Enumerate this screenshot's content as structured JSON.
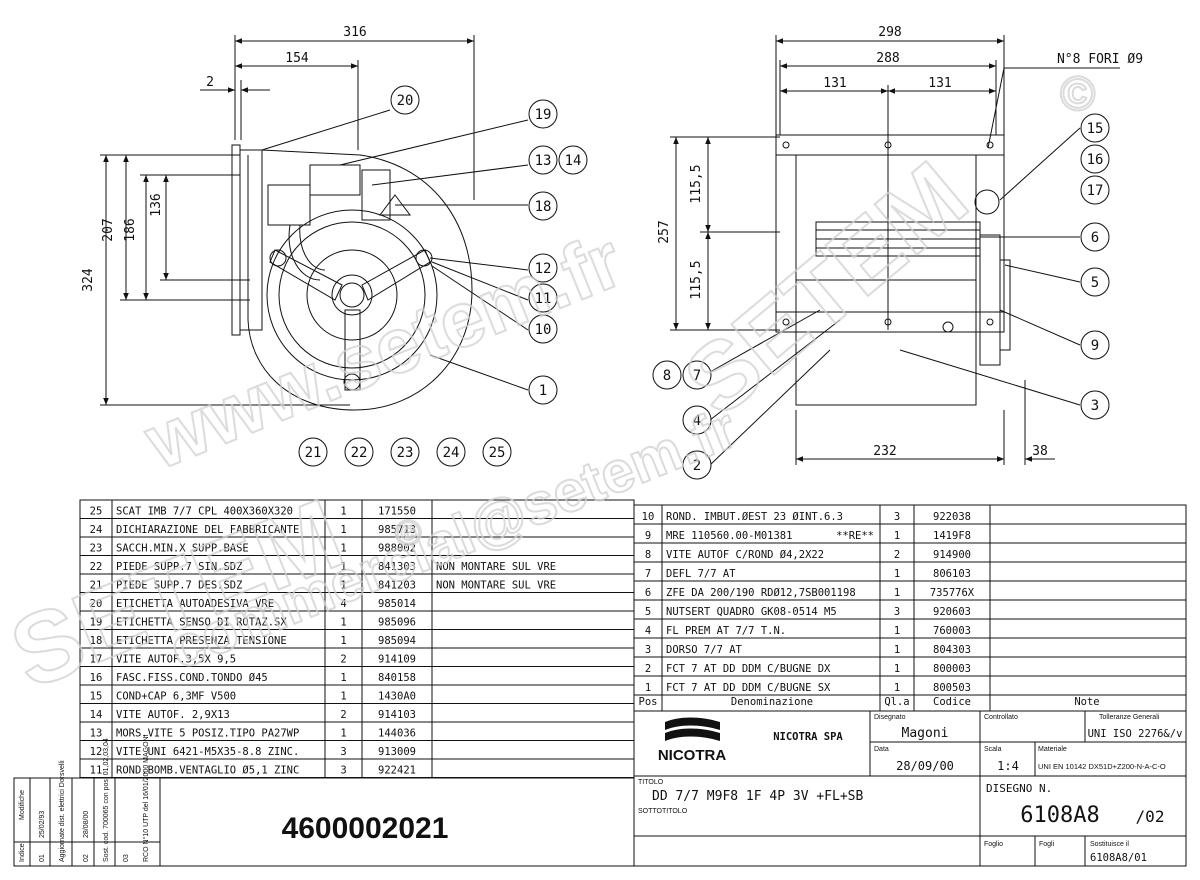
{
  "front_view": {
    "dims": [
      "316",
      "154",
      "2",
      "324",
      "207",
      "186",
      "136"
    ],
    "balloons": [
      "20",
      "19",
      "13",
      "14",
      "18",
      "12",
      "11",
      "10",
      "1"
    ],
    "accessory_balloons": [
      "21",
      "22",
      "23",
      "24",
      "25"
    ]
  },
  "side_view": {
    "dims": [
      "298",
      "288",
      "131",
      "131",
      "115,5",
      "115,5",
      "257",
      "232",
      "38"
    ],
    "holes_note": "N°8 FORI Ø9",
    "balloons": [
      "15",
      "16",
      "17",
      "6",
      "5",
      "9",
      "3",
      "8",
      "7",
      "4",
      "2"
    ]
  },
  "bom_left": [
    {
      "pos": "25",
      "desc": "SCAT IMB 7/7 CPL 400X360X320",
      "qty": "1",
      "code": "171550",
      "note": ""
    },
    {
      "pos": "24",
      "desc": "DICHIARAZIONE DEL FABBRICANTE",
      "qty": "1",
      "code": "985713",
      "note": ""
    },
    {
      "pos": "23",
      "desc": "SACCH.MIN.X SUPP.BASE",
      "qty": "1",
      "code": "988002",
      "note": ""
    },
    {
      "pos": "22",
      "desc": "PIEDE SUPP.7 SIN.SDZ",
      "qty": "1",
      "code": "841303",
      "note": "NON MONTARE SUL VRE"
    },
    {
      "pos": "21",
      "desc": "PIEDE SUPP.7 DES.SDZ",
      "qty": "1",
      "code": "841203",
      "note": "NON MONTARE SUL VRE"
    },
    {
      "pos": "20",
      "desc": "ETICHETTA AUTOADESIVA VRE",
      "qty": "4",
      "code": "985014",
      "note": ""
    },
    {
      "pos": "19",
      "desc": "ETICHETTA SENSO DI ROTAZ.SX",
      "qty": "1",
      "code": "985096",
      "note": ""
    },
    {
      "pos": "18",
      "desc": "ETICHETTA PRESENZA TENSIONE",
      "qty": "1",
      "code": "985094",
      "note": ""
    },
    {
      "pos": "17",
      "desc": "VITE AUTOF.3,5X 9,5",
      "qty": "2",
      "code": "914109",
      "note": ""
    },
    {
      "pos": "16",
      "desc": "FASC.FISS.COND.TONDO Ø45",
      "qty": "1",
      "code": "840158",
      "note": ""
    },
    {
      "pos": "15",
      "desc": "COND+CAP 6,3MF V500",
      "qty": "1",
      "code": "1430A0",
      "note": ""
    },
    {
      "pos": "14",
      "desc": "VITE AUTOF. 2,9X13",
      "qty": "2",
      "code": "914103",
      "note": ""
    },
    {
      "pos": "13",
      "desc": "MORS.VITE 5 POSIZ.TIPO PA27WP",
      "qty": "1",
      "code": "144036",
      "note": ""
    },
    {
      "pos": "12",
      "desc": "VITE UNI 6421-M5X35-8.8 ZINC.",
      "qty": "3",
      "code": "913009",
      "note": ""
    },
    {
      "pos": "11",
      "desc": "ROND.BOMB.VENTAGLIO Ø5,1 ZINC",
      "qty": "3",
      "code": "922421",
      "note": ""
    }
  ],
  "bom_right": [
    {
      "pos": "10",
      "desc": "ROND. IMBUT.ØEST 23 ØINT.6.3",
      "qty": "3",
      "code": "922038",
      "note": ""
    },
    {
      "pos": "9",
      "desc": "MRE 110560.00-M01381",
      "extra": "**RE**",
      "qty": "1",
      "code": "1419F8",
      "note": ""
    },
    {
      "pos": "8",
      "desc": "VITE AUTOF C/ROND Ø4,2X22",
      "qty": "2",
      "code": "914900",
      "note": ""
    },
    {
      "pos": "7",
      "desc": "DEFL 7/7 AT",
      "qty": "1",
      "code": "806103",
      "note": ""
    },
    {
      "pos": "6",
      "desc": "ZFE DA 200/190 RDØ12,7SB001198",
      "qty": "1",
      "code": "735776X",
      "note": ""
    },
    {
      "pos": "5",
      "desc": "NUTSERT QUADRO GK08-0514 M5",
      "qty": "3",
      "code": "920603",
      "note": ""
    },
    {
      "pos": "4",
      "desc": "FL PREM AT 7/7 T.N.",
      "qty": "1",
      "code": "760003",
      "note": ""
    },
    {
      "pos": "3",
      "desc": "DORSO 7/7 AT",
      "qty": "1",
      "code": "804303",
      "note": ""
    },
    {
      "pos": "2",
      "desc": "FCT 7 AT DD DDM C/BUGNE DX",
      "qty": "1",
      "code": "800003",
      "note": ""
    },
    {
      "pos": "1",
      "desc": "FCT 7 AT DD DDM C/BUGNE SX",
      "qty": "1",
      "code": "800503",
      "note": ""
    }
  ],
  "bom_header": {
    "pos": "Pos",
    "desc": "Denominazione",
    "qty": "Ql.a",
    "code": "Codice",
    "note": "Note"
  },
  "title_block": {
    "logo_text": "NICOTRA",
    "company": "NICOTRA SPA",
    "disegnato_label": "Disegnato",
    "disegnato": "Magoni",
    "controllato_label": "Controllato",
    "tolleranze_label": "Tolleranze Generali",
    "tolleranze": "UNI ISO 2276&/v",
    "data_label": "Data",
    "data": "28/09/00",
    "scala_label": "Scala",
    "scala": "1:4",
    "materiale_label": "Materiale",
    "materiale": "UNI EN 10142 DX51D+Z200-N-A-C-O",
    "titolo_label": "TITOLO",
    "titolo": "DD 7/7 M9F8 1F 4P 3V +FL+SB",
    "sottotitolo_label": "SOTTOTITOLO",
    "disegno_label": "DISEGNO N.",
    "disegno": "6108A8",
    "revision": "/02",
    "foglio_label": "Foglio",
    "fogli_label": "Fogli",
    "sostituisce_label": "Sostituisce il",
    "sostituisce": "6108A8/01"
  },
  "part_number": "4600002021",
  "revisions": {
    "indice_label": "Indice",
    "modifiche_label": "Modifiche",
    "rows": [
      {
        "idx": "01",
        "date": "25/02/93",
        "text": "Aggiornate dist. elettrici Dorsvelli"
      },
      {
        "idx": "02",
        "date": "28/08/00",
        "text": "Sost. cod. 700065 con pos. 01,02,03,04"
      },
      {
        "idx": "03",
        "date": "",
        "text": "RCO N°10 UTP del 16/01/2000 MAGONI"
      }
    ]
  },
  "watermark": {
    "text_1": "www.setem.fr",
    "text_2": "SETEM",
    "text_3": "commercial@setem.fr",
    "symbol": "©"
  }
}
